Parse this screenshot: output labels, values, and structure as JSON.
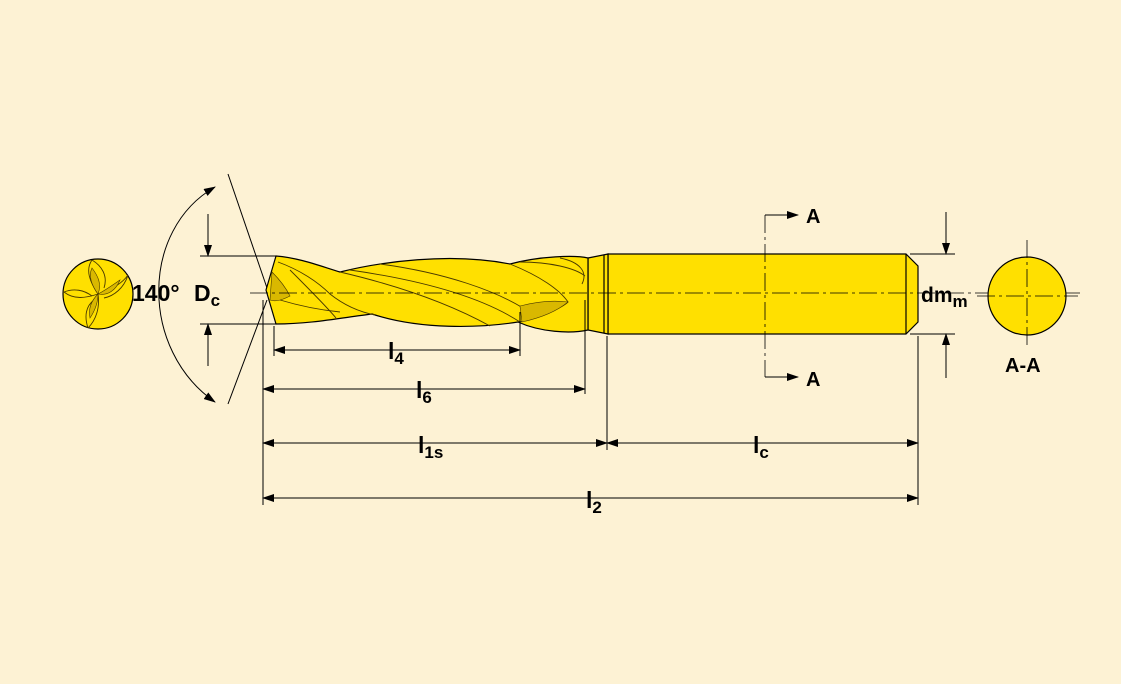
{
  "colors": {
    "background": "#fdf2d4",
    "tool": "#ffe000",
    "line": "#000000"
  },
  "labels": {
    "angle": "140°",
    "dc_main": "D",
    "dc_sub": "c",
    "l4_main": "l",
    "l4_sub": "4",
    "l6_main": "l",
    "l6_sub": "6",
    "l1s_main": "l",
    "l1s_sub": "1s",
    "lc_main": "l",
    "lc_sub": "c",
    "l2_main": "l",
    "l2_sub": "2",
    "dmm_main": "dm",
    "dmm_sub": "m",
    "section_top": "A",
    "section_bottom": "A",
    "section_view": "A-A"
  }
}
